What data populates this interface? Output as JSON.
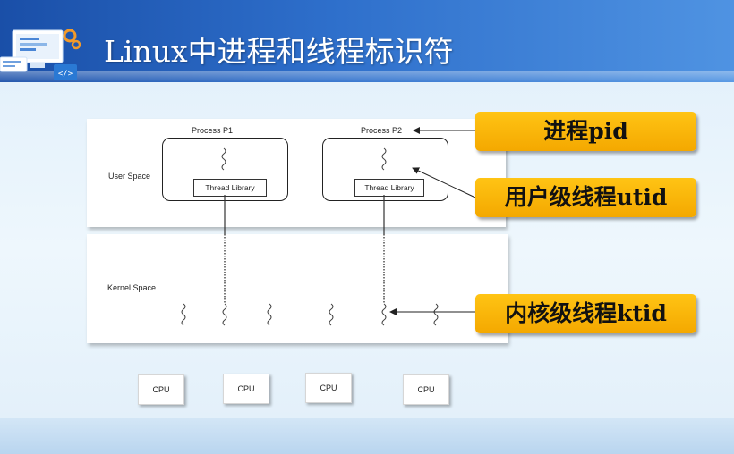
{
  "title": "Linux中进程和线程标识符",
  "diagram": {
    "user_space_label": "User Space",
    "kernel_space_label": "Kernel Space",
    "process_p1": "Process P1",
    "process_p2": "Process P2",
    "thread_library_1": "Thread Library",
    "thread_library_2": "Thread Library",
    "cpus": [
      "CPU",
      "CPU",
      "CPU",
      "CPU"
    ]
  },
  "callouts": {
    "pid": "进程pid",
    "utid": "用户级线程utid",
    "ktid": "内核级线程ktid"
  },
  "colors": {
    "header": "#2e6fcb",
    "callout": "#f8b400",
    "title_text": "#ffffff"
  }
}
